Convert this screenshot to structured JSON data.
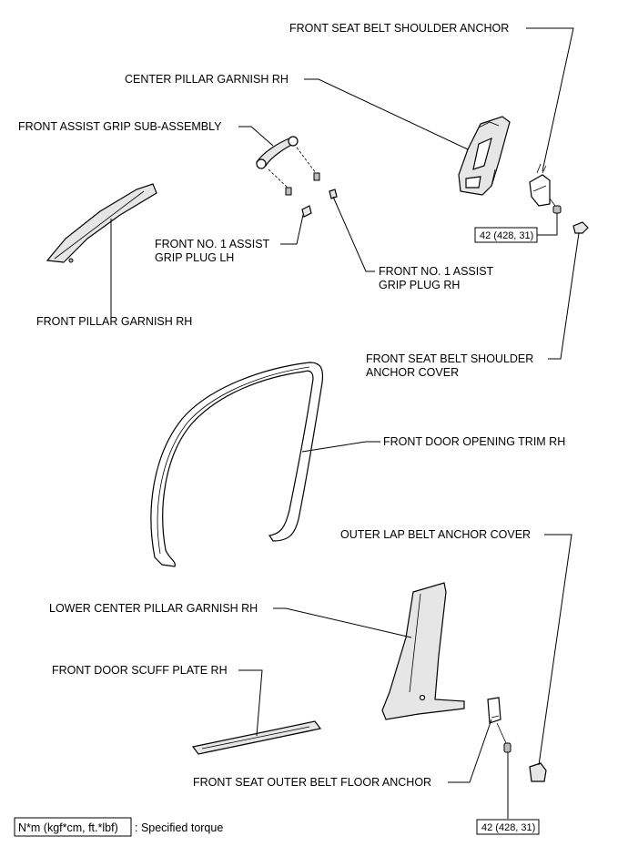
{
  "labels": {
    "front_seat_belt_shoulder_anchor": "FRONT SEAT BELT SHOULDER ANCHOR",
    "center_pillar_garnish_rh": "CENTER PILLAR GARNISH RH",
    "front_assist_grip_sub_assembly": "FRONT ASSIST GRIP SUB-ASSEMBLY",
    "front_no1_assist_grip_plug_lh_line1": "FRONT NO. 1 ASSIST",
    "front_no1_assist_grip_plug_lh_line2": "GRIP PLUG LH",
    "front_no1_assist_grip_plug_rh_line1": "FRONT NO. 1 ASSIST",
    "front_no1_assist_grip_plug_rh_line2": "GRIP PLUG RH",
    "front_pillar_garnish_rh": "FRONT PILLAR GARNISH RH",
    "front_seat_belt_shoulder_anchor_cover_line1": "FRONT SEAT BELT SHOULDER",
    "front_seat_belt_shoulder_anchor_cover_line2": "ANCHOR COVER",
    "front_door_opening_trim_rh": "FRONT DOOR OPENING TRIM RH",
    "outer_lap_belt_anchor_cover": "OUTER LAP BELT ANCHOR COVER",
    "lower_center_pillar_garnish_rh": "LOWER CENTER PILLAR GARNISH RH",
    "front_door_scuff_plate_rh": "FRONT DOOR SCUFF PLATE RH",
    "front_seat_outer_belt_floor_anchor": "FRONT SEAT OUTER BELT FLOOR ANCHOR"
  },
  "torque": {
    "shoulder_anchor": "42 (428, 31)",
    "floor_anchor": "42 (428, 31)"
  },
  "legend": {
    "unit_box": "N*m (kgf*cm, ft.*lbf)",
    "description": ": Specified torque"
  }
}
